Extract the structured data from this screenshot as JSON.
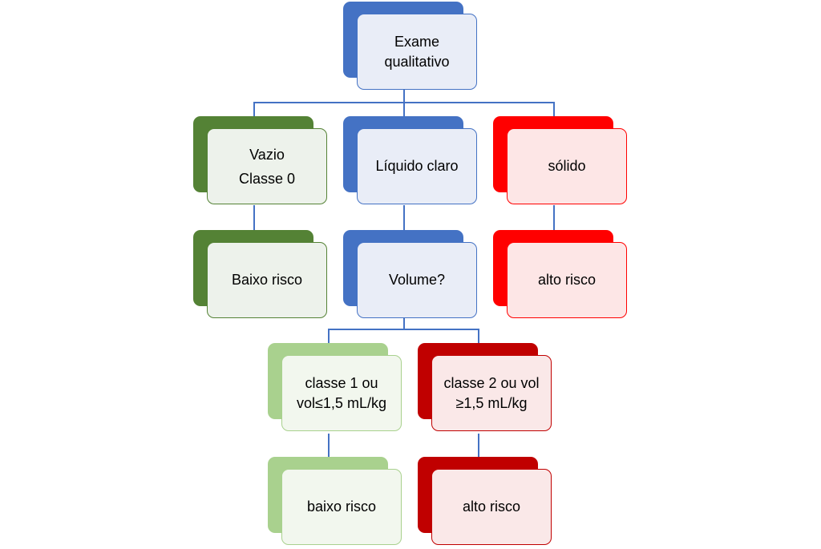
{
  "colors": {
    "blue": "#4472c4",
    "blue_fill": "#e9edf7",
    "dark_green": "#548235",
    "green_fill": "#edf2eb",
    "light_green": "#a9d18e",
    "light_green_fill": "#f2f7ee",
    "red": "#ff0000",
    "red_fill": "#fde6e6",
    "dark_red": "#c00000",
    "dark_red_fill": "#fae8e8"
  },
  "nodes": {
    "exam": {
      "label": "Exame\nqualitativo"
    },
    "empty": {
      "line1": "Vazio",
      "line2": "Classe 0"
    },
    "clear_liquid": {
      "label": "Líquido claro"
    },
    "solid": {
      "label": "sólido"
    },
    "low_risk_empty": {
      "label": "Baixo risco"
    },
    "volume": {
      "label": "Volume?"
    },
    "high_risk_solid": {
      "label": "alto risco"
    },
    "class1": {
      "label": "classe 1 ou\nvol≤1,5 mL/kg"
    },
    "class2": {
      "label": "classe 2 ou vol\n≥1,5 mL/kg"
    },
    "low_risk_class1": {
      "label": "baixo risco"
    },
    "high_risk_class2": {
      "label": "alto risco"
    }
  }
}
